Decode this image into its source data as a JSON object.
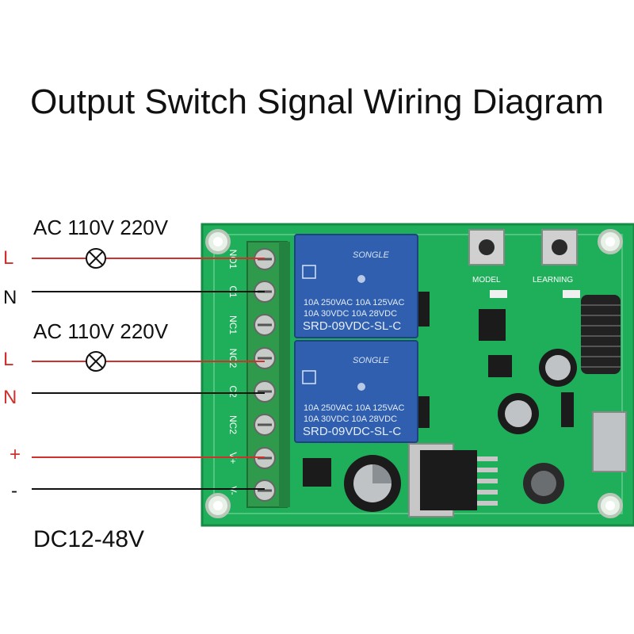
{
  "title": "Output Switch Signal Wiring Diagram",
  "ac_labels": [
    "AC 110V 220V",
    "AC 110V 220V"
  ],
  "dc_label": "DC12-48V",
  "wire_labels": [
    {
      "text": "L",
      "color": "#d0312d"
    },
    {
      "text": "N",
      "color": "#111111"
    },
    {
      "text": "L",
      "color": "#d0312d"
    },
    {
      "text": "N",
      "color": "#d0312d"
    },
    {
      "text": "+",
      "color": "#d0312d"
    },
    {
      "text": "-",
      "color": "#111111"
    }
  ],
  "terminal_labels": [
    "NO1",
    "C1",
    "NC1",
    "NO2",
    "C2",
    "NC2",
    "V+",
    "V-"
  ],
  "relay": {
    "brand": "SONGLE",
    "rating1": "10A 250VAC  10A 125VAC",
    "rating2": "10A 30VDC  10A 28VDC",
    "model": "SRD-09VDC-SL-C"
  },
  "buttons": [
    "MODEL",
    "LEARNING"
  ],
  "colors": {
    "pcb": "#1fae5a",
    "relay": "#2f5fae",
    "terminal": "#2f9a4c",
    "live_wire": "#d0312d",
    "neutral_wire": "#111111"
  }
}
